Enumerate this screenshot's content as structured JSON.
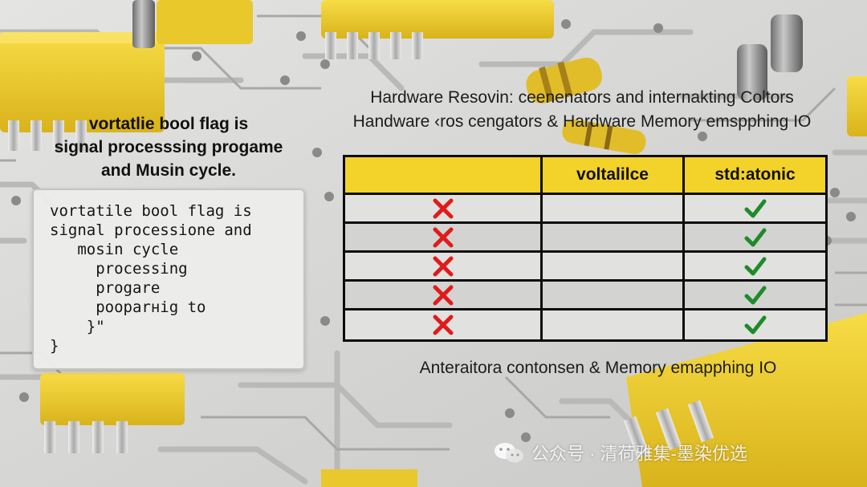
{
  "heading": {
    "line1": "Hardware Resovin: ceenenators and internakting Coltors",
    "line2": "Handware ‹ros cengators & Hardware Memory emspphing IO"
  },
  "left_title": {
    "line1": "vortatlie bool flag is",
    "line2": "signal processsing progame",
    "line3": "and Musin cycle."
  },
  "code_panel": {
    "lines": [
      "vortatile bool flag is",
      "signal processione and",
      "   mosin cycle",
      "     processing",
      "     progare",
      "     pooparнig to",
      "    }\"",
      "}"
    ]
  },
  "table": {
    "headers": [
      "",
      "voltalilce",
      "std:atonic"
    ],
    "rows": [
      {
        "col1": "cross-icon",
        "col2": "",
        "col3": "check-icon"
      },
      {
        "col1": "cross-icon",
        "col2": "",
        "col3": "check-icon"
      },
      {
        "col1": "cross-icon",
        "col2": "",
        "col3": "check-icon"
      },
      {
        "col1": "cross-icon",
        "col2": "",
        "col3": "check-icon"
      },
      {
        "col1": "cross-icon",
        "col2": "",
        "col3": "check-icon"
      }
    ]
  },
  "caption": "Anteraitora contonsen  & Memory emapphing IO",
  "watermark": {
    "text": "公众号 · 清荷雅集-墨染优选",
    "icon": "wechat-icon"
  },
  "colors": {
    "header_yellow": "#f3d22a",
    "cross_red": "#e01b1b",
    "check_green": "#1f8a2a",
    "chip_yellow": "#f1cf2c"
  }
}
